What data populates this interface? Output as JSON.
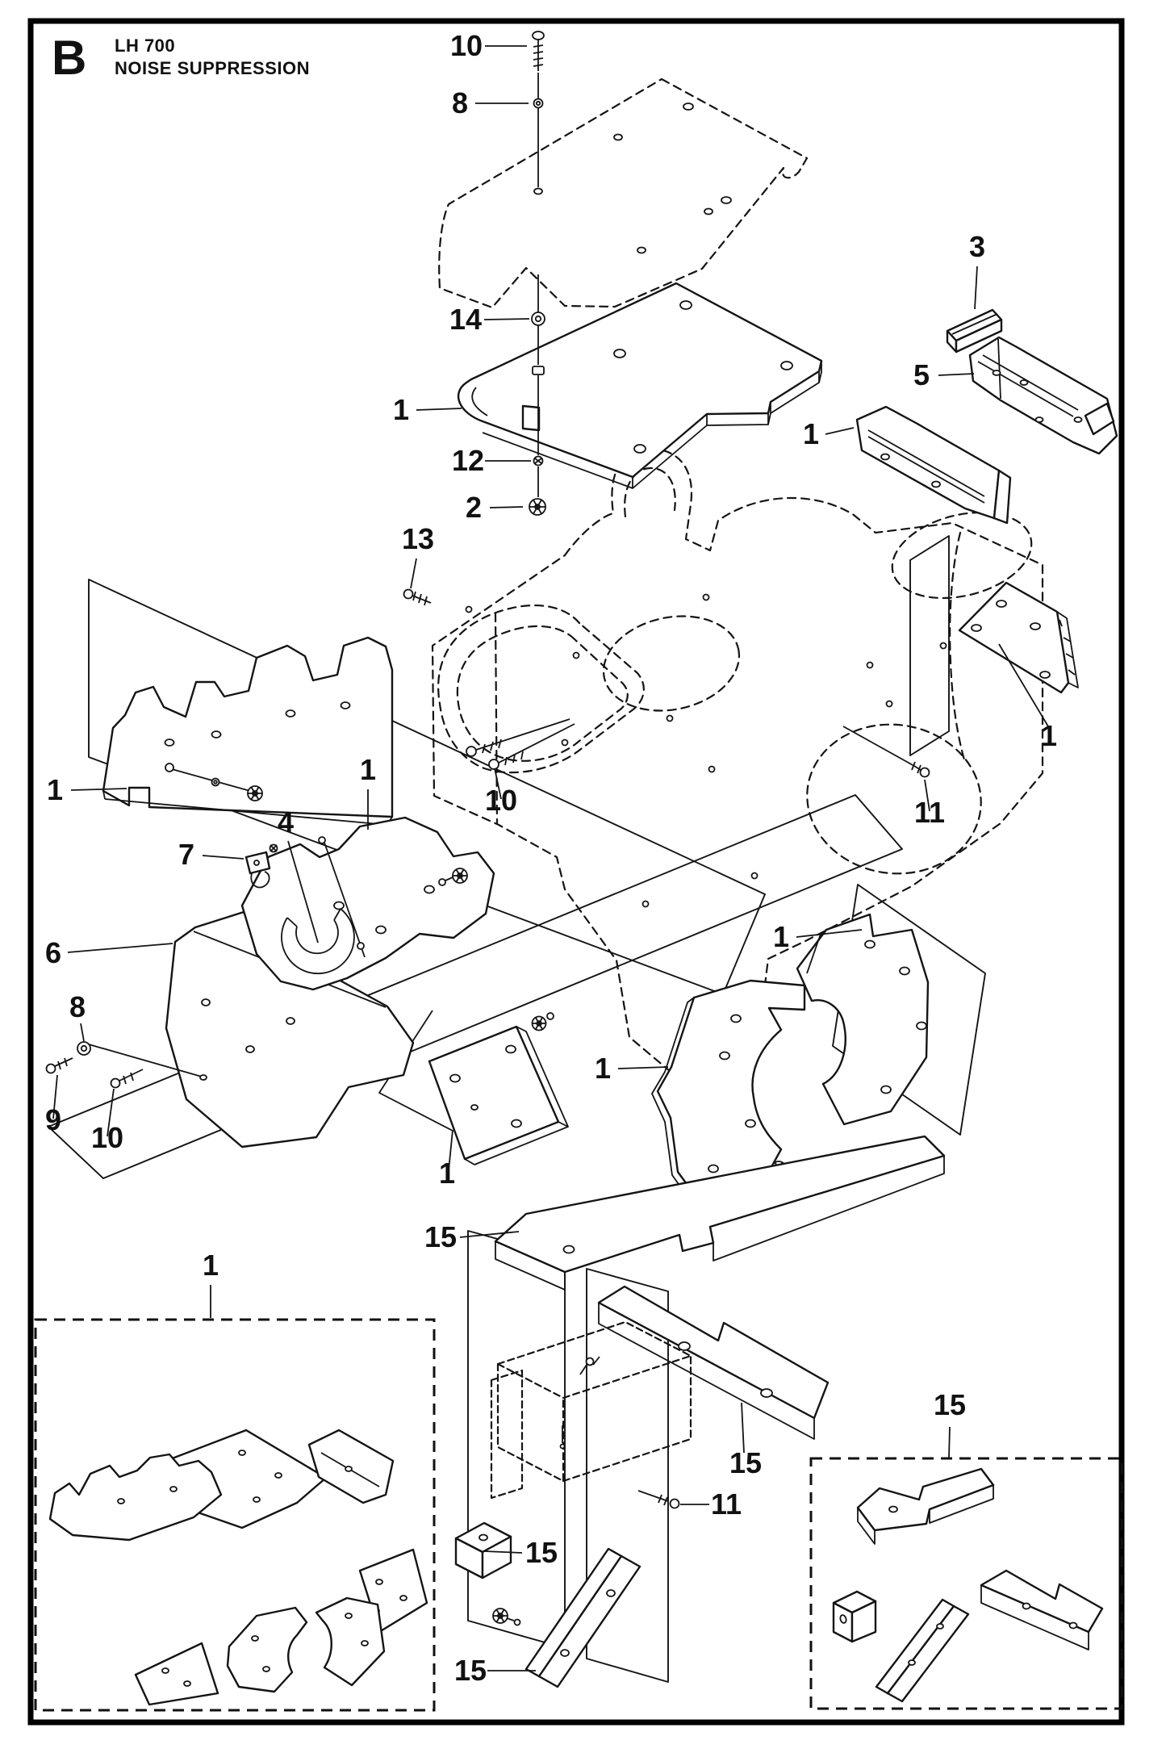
{
  "header": {
    "section_letter": "B",
    "model": "LH 700",
    "subtitle": "NOISE SUPPRESSION"
  },
  "colors": {
    "background": "#ffffff",
    "line": "#141414",
    "border": "#000000"
  },
  "parts_shown": [
    "1",
    "2",
    "3",
    "4",
    "5",
    "6",
    "7",
    "8",
    "9",
    "10",
    "11",
    "12",
    "13",
    "14",
    "15"
  ],
  "callouts": [
    {
      "text": "10"
    },
    {
      "text": "8"
    },
    {
      "text": "14"
    },
    {
      "text": "1"
    },
    {
      "text": "12"
    },
    {
      "text": "2"
    },
    {
      "text": "13"
    },
    {
      "text": "3"
    },
    {
      "text": "5"
    },
    {
      "text": "1"
    },
    {
      "text": "1"
    },
    {
      "text": "1"
    },
    {
      "text": "7"
    },
    {
      "text": "4"
    },
    {
      "text": "1"
    },
    {
      "text": "6"
    },
    {
      "text": "8"
    },
    {
      "text": "9"
    },
    {
      "text": "10"
    },
    {
      "text": "10"
    },
    {
      "text": "11"
    },
    {
      "text": "1"
    },
    {
      "text": "1"
    },
    {
      "text": "1"
    },
    {
      "text": "15"
    },
    {
      "text": "15"
    },
    {
      "text": "11"
    },
    {
      "text": "15"
    },
    {
      "text": "15"
    },
    {
      "text": "15"
    },
    {
      "text": "1"
    }
  ]
}
